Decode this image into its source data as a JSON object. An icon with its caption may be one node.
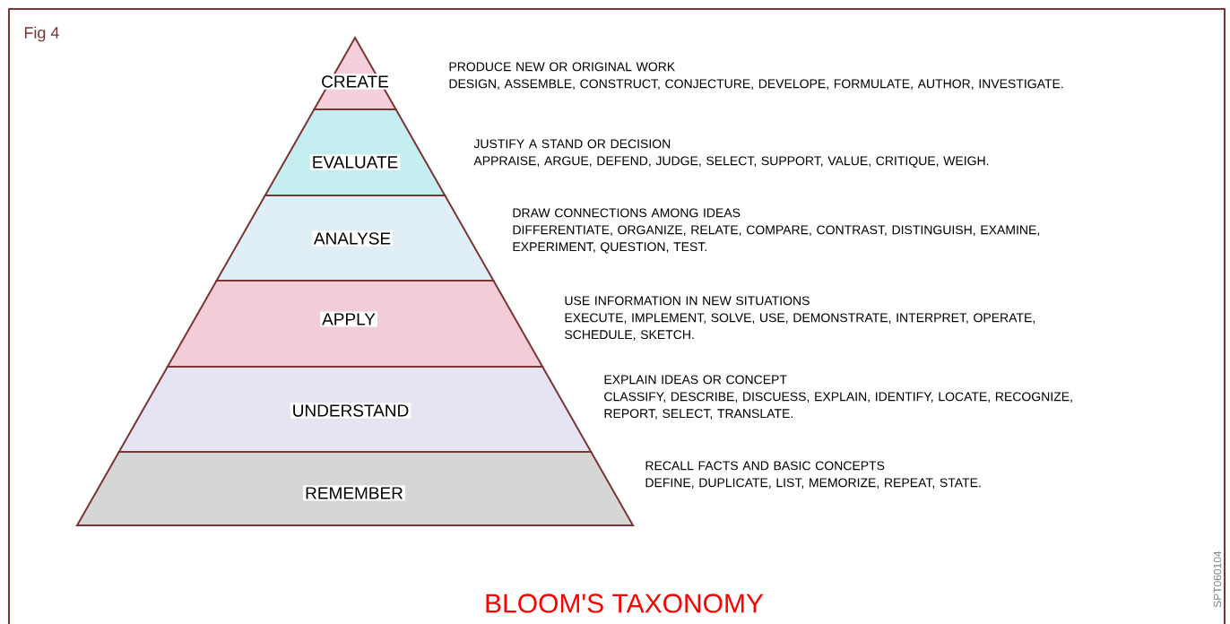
{
  "diagram": {
    "title": "BLOOM'S TAXONOMY",
    "nodes": [
      {
        "text": [
          "CREATE"
        ],
        "beside": [
          "PRODUCE NEW OR ORIGINAL WORK",
          "DESIGN, ASSEMBLE, CONSTRUCT, CONJECTURE, DEVELOPE, FORMULATE, AUTHOR, INVESTIGATE."
        ]
      },
      {
        "text": [
          "EVALUATE"
        ],
        "beside": [
          "JUSTIFY A STAND OR DECISION",
          "APPRAISE, ARGUE, DEFEND, JUDGE, SELECT, SUPPORT, VALUE, CRITIQUE, WEIGH."
        ]
      },
      {
        "text": [
          "ANALYSE"
        ],
        "beside": [
          "DRAW CONNECTIONS AMONG IDEAS",
          "DIFFERENTIATE, ORGANIZE, RELATE, COMPARE, CONTRAST, DISTINGUISH, EXAMINE, EXPERIMENT, QUESTION, TEST."
        ]
      },
      {
        "text": [
          "APPLY"
        ],
        "beside": [
          "USE INFORMATION IN NEW SITUATIONS",
          "EXECUTE, IMPLEMENT, SOLVE, USE, DEMONSTRATE, INTERPRET, OPERATE, SCHEDULE, SKETCH."
        ]
      },
      {
        "text": [
          "UNDERSTAND"
        ],
        "beside": [
          "EXPLAIN IDEAS OR CONCEPT",
          "CLASSIFY, DESCRIBE, DISCUESS, EXPLAIN, IDENTIFY, LOCATE, RECOGNIZE, REPORT, SELECT, TRANSLATE."
        ]
      },
      {
        "text": [
          "REMEMBER"
        ],
        "beside": [
          "RECALL FACTS AND BASIC CONCEPTS",
          "DEFINE, DUPLICATE, LIST, MEMORIZE, REPEAT, STATE."
        ]
      }
    ],
    "labels": [
      "Fig 4",
      "SPT060104"
    ]
  }
}
